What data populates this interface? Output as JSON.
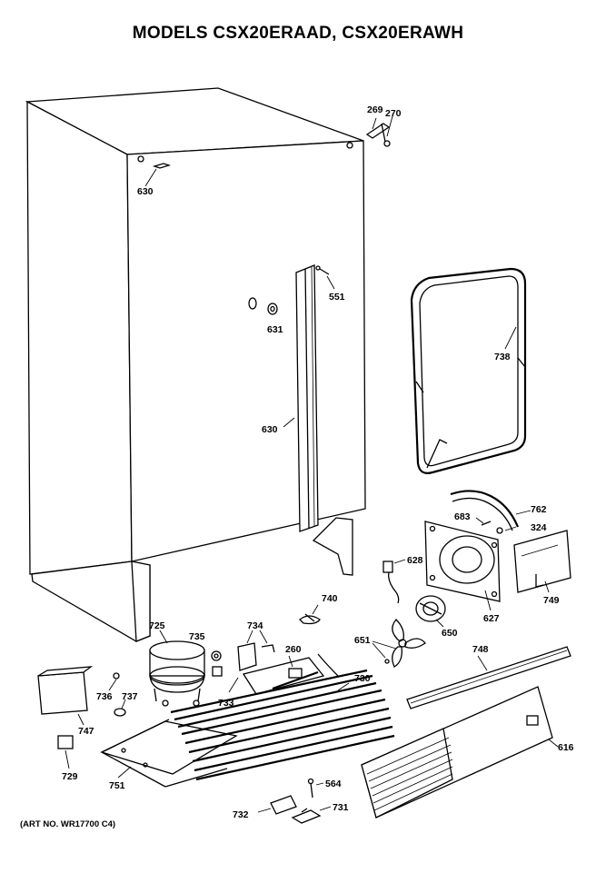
{
  "title": "MODELS CSX20ERAAD, CSX20ERAWH",
  "art_number": "(ART NO. WR17700 C4)",
  "parts": [
    {
      "id": "p269",
      "label": "269"
    },
    {
      "id": "p270",
      "label": "270"
    },
    {
      "id": "p630a",
      "label": "630"
    },
    {
      "id": "p551",
      "label": "551"
    },
    {
      "id": "p631",
      "label": "631"
    },
    {
      "id": "p738",
      "label": "738"
    },
    {
      "id": "p630b",
      "label": "630"
    },
    {
      "id": "p762",
      "label": "762"
    },
    {
      "id": "p683",
      "label": "683"
    },
    {
      "id": "p324",
      "label": "324"
    },
    {
      "id": "p628",
      "label": "628"
    },
    {
      "id": "p749",
      "label": "749"
    },
    {
      "id": "p627",
      "label": "627"
    },
    {
      "id": "p740",
      "label": "740"
    },
    {
      "id": "p725",
      "label": "725"
    },
    {
      "id": "p735",
      "label": "735"
    },
    {
      "id": "p734",
      "label": "734"
    },
    {
      "id": "p650",
      "label": "650"
    },
    {
      "id": "p651",
      "label": "651"
    },
    {
      "id": "p260",
      "label": "260"
    },
    {
      "id": "p748",
      "label": "748"
    },
    {
      "id": "p730",
      "label": "730"
    },
    {
      "id": "p736",
      "label": "736"
    },
    {
      "id": "p737",
      "label": "737"
    },
    {
      "id": "p733",
      "label": "733"
    },
    {
      "id": "p747",
      "label": "747"
    },
    {
      "id": "p616",
      "label": "616"
    },
    {
      "id": "p729",
      "label": "729"
    },
    {
      "id": "p751",
      "label": "751"
    },
    {
      "id": "p564",
      "label": "564"
    },
    {
      "id": "p732",
      "label": "732"
    },
    {
      "id": "p731",
      "label": "731"
    }
  ]
}
